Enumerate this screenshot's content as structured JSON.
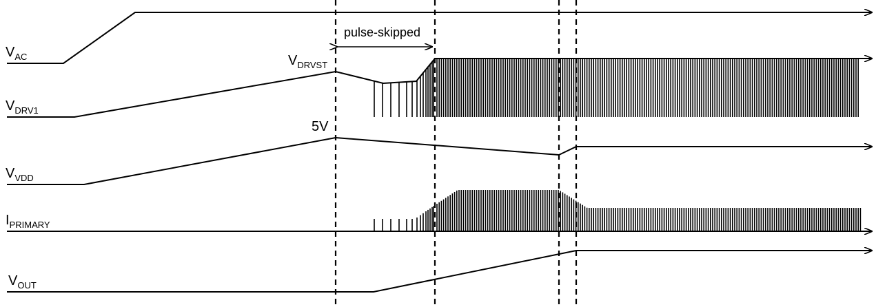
{
  "signals": {
    "vac": {
      "main": "V",
      "sub": "AC"
    },
    "vdrv1": {
      "main": "V",
      "sub": "DRV1"
    },
    "vvdd": {
      "main": "V",
      "sub": "VDD"
    },
    "iprimary": {
      "main": "I",
      "sub": "PRIMARY"
    },
    "vout": {
      "main": "V",
      "sub": "OUT"
    }
  },
  "annotations": {
    "vdrvst": {
      "main": "V",
      "sub": "DRVST"
    },
    "five_v": "5V",
    "pulse_skipped": "pulse-skipped"
  }
}
